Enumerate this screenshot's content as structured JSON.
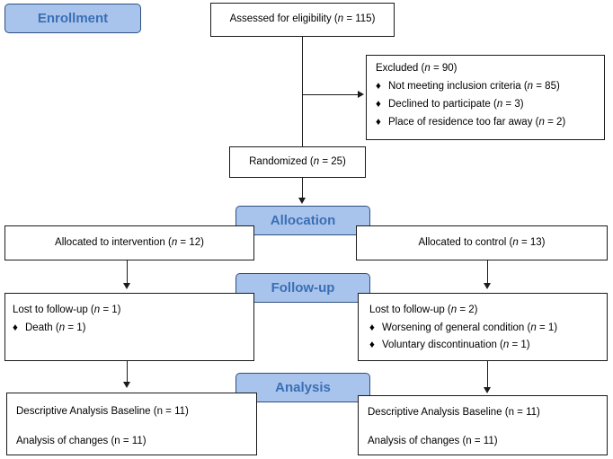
{
  "phases": {
    "enrollment": "Enrollment",
    "allocation": "Allocation",
    "follow_up": "Follow-up",
    "analysis": "Analysis"
  },
  "n_var": "n",
  "bullet": "♦",
  "boxes": {
    "assessed": {
      "pre": "Assessed for eligibility (",
      "post": " = 115)"
    },
    "excluded": {
      "title": {
        "pre": "Excluded (",
        "post": " = 90)"
      },
      "items": [
        {
          "pre": "Not meeting inclusion criteria (",
          "post": " = 85)"
        },
        {
          "pre": "Declined to participate (",
          "post": " = 3)"
        },
        {
          "pre": "Place of residence too far away (",
          "post": " = 2)"
        }
      ]
    },
    "randomized": {
      "pre": "Randomized (",
      "post": " = 25)"
    },
    "alloc_intervention": {
      "pre": "Allocated to intervention (",
      "post": " = 12)"
    },
    "alloc_control": {
      "pre": "Allocated to control (",
      "post": " = 13)"
    },
    "lost_left": {
      "title": {
        "pre": "Lost to follow-up (",
        "post": " = 1)"
      },
      "items": [
        {
          "pre": "Death (",
          "post": " = 1)"
        }
      ]
    },
    "lost_right": {
      "title": {
        "pre": "Lost to follow-up (",
        "post": " = 2)"
      },
      "items": [
        {
          "pre": "Worsening of general condition (",
          "post": " = 1)"
        },
        {
          "pre": "Voluntary discontinuation (",
          "post": " = 1)"
        }
      ]
    },
    "analysis_left": {
      "line1": "Descriptive Analysis Baseline (n = 11)",
      "line2": "Analysis of changes (n = 11)"
    },
    "analysis_right": {
      "line1": "Descriptive Analysis Baseline (n = 11)",
      "line2": "Analysis of changes (n = 11)"
    }
  }
}
